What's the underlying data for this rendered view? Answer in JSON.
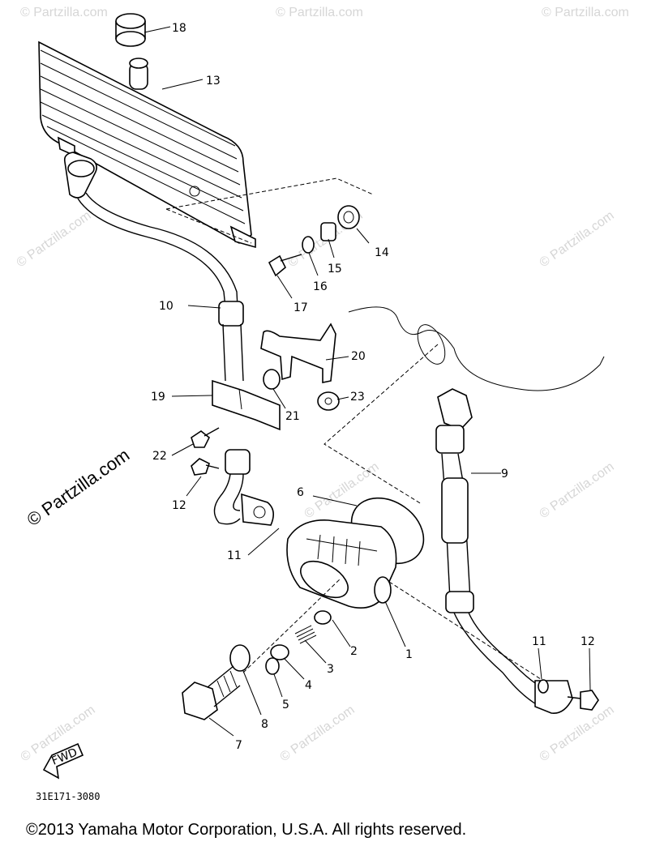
{
  "watermark": "© Partzilla.com",
  "callouts": {
    "c1": "1",
    "c2": "2",
    "c3": "3",
    "c4": "4",
    "c5": "5",
    "c6": "6",
    "c7": "7",
    "c8": "8",
    "c9": "9",
    "c10": "10",
    "c11a": "11",
    "c11b": "11",
    "c12a": "12",
    "c12b": "12",
    "c13": "13",
    "c14": "14",
    "c15": "15",
    "c16": "16",
    "c17": "17",
    "c18": "18",
    "c19": "19",
    "c20": "20",
    "c21": "21",
    "c22": "22",
    "c23": "23"
  },
  "fwd_label": "FWD",
  "drawing_number": "31E171-3080",
  "copyright": "©2013  Yamaha Motor Corporation, U.S.A. All rights reserved."
}
